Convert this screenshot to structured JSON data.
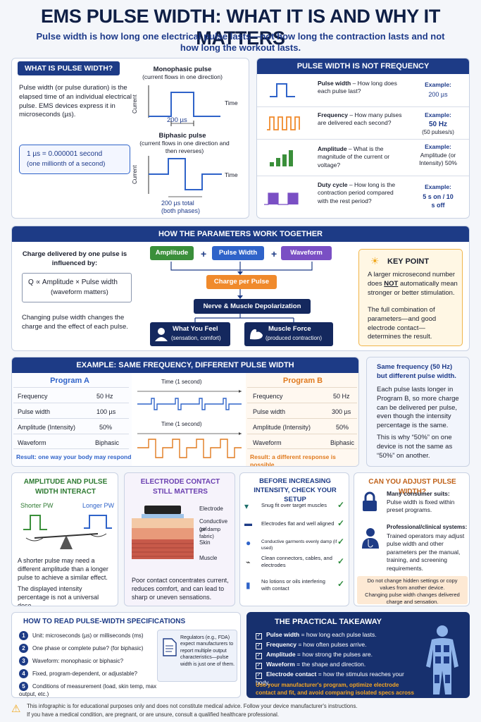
{
  "header": {
    "title": "EMS PULSE WIDTH: WHAT IT IS AND WHY IT MATTERS",
    "subtitle": "Pulse width is how long one electrical pulse lasts—not how long the contraction lasts and not how long the workout lasts."
  },
  "what": {
    "heading": "WHAT IS PULSE WIDTH?",
    "body": "Pulse width (or pulse duration) is the elapsed time of an individual electrical pulse. EMS devices express it in microseconds (µs).",
    "box_line1": "1 µs = 0.000001 second",
    "box_line2": "(one millionth of a second)",
    "mono_title": "Monophasic pulse",
    "mono_sub": "(current flows in one direction)",
    "mono_width": "200 µs",
    "bi_title": "Biphasic pulse",
    "bi_sub": "(current flows in one direction and then reverses)",
    "bi_width": "200 µs total",
    "bi_width2": "(both phases)",
    "axis_current": "Current",
    "axis_time": "Time"
  },
  "notfreq": {
    "heading": "PULSE WIDTH IS NOT FREQUENCY",
    "rows": [
      {
        "term": "Pulse width",
        "desc": " – How long does each pulse last?",
        "ex_label": "Example:",
        "ex_val": "200 µs",
        "ex_note": ""
      },
      {
        "term": "Frequency",
        "desc": " – How many pulses are delivered each second?",
        "ex_label": "Example:",
        "ex_val": "50 Hz",
        "ex_note": "(50 pulses/s)"
      },
      {
        "term": "Amplitude",
        "desc": " – What is the magnitude of the current or voltage?",
        "ex_label": "Example:",
        "ex_val": "Amplitude (or Intensity) 50%",
        "ex_note": ""
      },
      {
        "term": "Duty cycle",
        "desc": " – How long is the contraction period compared with the rest period?",
        "ex_label": "Example:",
        "ex_val": "5 s on / 10 s off",
        "ex_note": ""
      }
    ]
  },
  "together": {
    "heading": "HOW THE PARAMETERS WORK TOGETHER",
    "intro": "Charge delivered by one pulse is influenced by:",
    "formula1": "Q ∝ Amplitude × Pulse width",
    "formula2": "(waveform matters)",
    "note": "Changing pulse width changes the charge and the effect of each pulse.",
    "amp": "Amplitude",
    "pw": "Pulse Width",
    "wave": "Waveform",
    "charge": "Charge per Pulse",
    "nerve": "Nerve & Muscle Depolarization",
    "feel": "What You Feel",
    "feel_sub": "(sensation, comfort)",
    "force": "Muscle Force",
    "force_sub": "(produced contraction)",
    "plus": "+",
    "key_title": "KEY POINT",
    "key_p1a": "A larger microsecond number does ",
    "key_not": "NOT",
    "key_p1b": " automatically mean stronger or better stimulation.",
    "key_p2": "The full combination of parameters—and good electrode contact—determines the result."
  },
  "example": {
    "heading": "EXAMPLE: SAME FREQUENCY, DIFFERENT PULSE WIDTH",
    "progA": "Program A",
    "progB": "Program B",
    "rowsA": [
      [
        "Frequency",
        "50 Hz"
      ],
      [
        "Pulse width",
        "100 µs"
      ],
      [
        "Amplitude (Intensity)",
        "50%"
      ],
      [
        "Waveform",
        "Biphasic"
      ]
    ],
    "rowsB": [
      [
        "Frequency",
        "50 Hz"
      ],
      [
        "Pulse width",
        "300 µs"
      ],
      [
        "Amplitude (Intensity)",
        "50%"
      ],
      [
        "Waveform",
        "Biphasic"
      ]
    ],
    "resA": "Result: one way your body may respond",
    "resB": "Result: a different response is possible",
    "time_label": "Time (1 second)",
    "side_title": "Same frequency (50 Hz) but different pulse width.",
    "side_p1": "Each pulse lasts longer in Program B, so more charge can be delivered per pulse, even though the intensity percentage is the same.",
    "side_p2": "This is why “50%” on one device is not the same as “50%” on another."
  },
  "interact": {
    "heading": "AMPLITUDE AND PULSE WIDTH INTERACT",
    "shorter": "Shorter PW",
    "longer": "Longer PW",
    "p1": "A shorter pulse may need a different amplitude than a longer pulse to achieve a similar effect.",
    "p2": "The displayed intensity percentage is not a universal dose."
  },
  "electrode": {
    "heading": "ELECTRODE CONTACT STILL MATTERS",
    "l1": "Electrode",
    "l2": "Conductive gel",
    "l2b": "(or damp fabric)",
    "l3": "Skin",
    "l4": "Muscle",
    "p": "Poor contact concentrates current, reduces comfort, and can lead to sharp or uneven sensations."
  },
  "setup": {
    "heading": "BEFORE INCREASING INTENSITY, CHECK YOUR SETUP",
    "items": [
      "Snug fit over target muscles",
      "Electrodes flat and well aligned",
      "Conductive garments evenly damp (if used)",
      "Clean connectors, cables, and electrodes",
      "No lotions or oils interfering with contact"
    ],
    "check": "✓"
  },
  "adjust": {
    "heading": "CAN YOU ADJUST PULSE WIDTH?",
    "c_title": "Many consumer suits:",
    "c_body": "Pulse width is fixed within preset programs.",
    "p_title": "Professional/clinical systems:",
    "p_body": "Trained operators may adjust pulse width and other parameters per the manual, training, and screening requirements.",
    "warn1": "Do not change hidden settings or copy values from another device.",
    "warn2": "Changing pulse width changes delivered charge and sensation."
  },
  "read": {
    "heading": "HOW TO READ PULSE-WIDTH SPECIFICATIONS",
    "items": [
      "Unit: microseconds (µs) or milliseconds (ms)",
      "One phase or complete pulse? (for biphasic)",
      "Waveform: monophasic or biphasic?",
      "Fixed, program-dependent, or adjustable?",
      "Conditions of measurement (load, skin temp, max output, etc.)"
    ],
    "nums": [
      "1",
      "2",
      "3",
      "4",
      "5"
    ],
    "reg": "Regulators (e.g., FDA) expect manufacturers to report multiple output characteristics—pulse width is just one of them."
  },
  "takeaway": {
    "heading": "THE PRACTICAL TAKEAWAY",
    "items": [
      [
        "Pulse width",
        " = how long each pulse lasts."
      ],
      [
        "Frequency",
        " = how often pulses arrive."
      ],
      [
        "Amplitude",
        " = how strong the pulses are."
      ],
      [
        "Waveform",
        " = the shape and direction."
      ],
      [
        "Electrode contact",
        " = how the stimulus reaches your body."
      ]
    ],
    "final": "Use your manufacturer's program, optimize electrode contact and fit, and avoid comparing isolated specs across brands."
  },
  "footer": {
    "l1": "This infographic is for educational purposes only and does not constitute medical advice. Follow your device manufacturer's instructions.",
    "l2": "If you have a medical condition, are pregnant, or are unsure, consult a qualified healthcare professional."
  },
  "colors": {
    "navy": "#1d3b86",
    "green": "#3a8f3a",
    "blue": "#2f63c9",
    "purple": "#7a4fc4",
    "orange": "#f08a2c",
    "accent_orange": "#e07a1e"
  }
}
